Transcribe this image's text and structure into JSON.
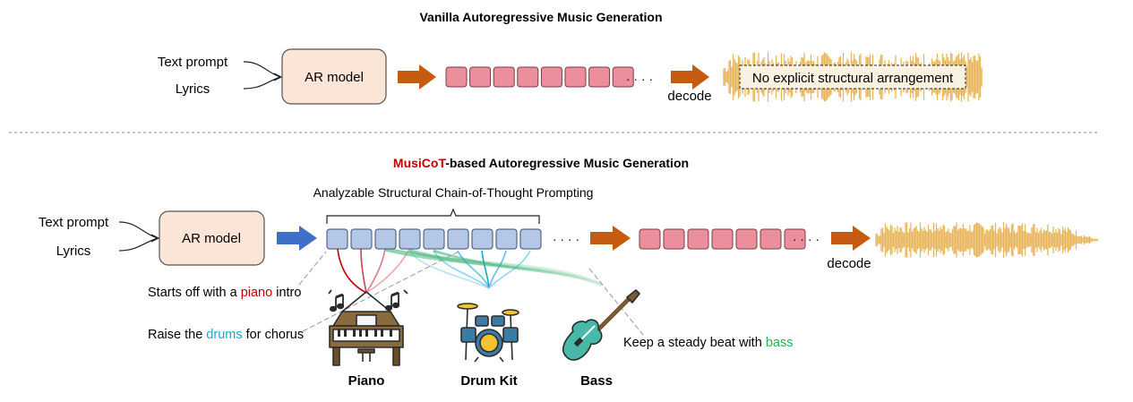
{
  "top": {
    "title": "Vanilla Autoregressive Music Generation",
    "inputs": [
      "Text prompt",
      "Lyrics"
    ],
    "model_label": "AR model",
    "ellipsis": "· · · ·",
    "decode_label": "decode",
    "annotation": "No explicit structural arrangement",
    "token_count": 8
  },
  "bottom": {
    "title_highlight": "MusiCoT",
    "title_rest": "-based Autoregressive Music Generation",
    "cot_label": "Analyzable Structural Chain-of-Thought Prompting",
    "inputs": [
      "Text prompt",
      "Lyrics"
    ],
    "model_label": "AR model",
    "cot_token_count": 9,
    "audio_token_count": 7,
    "ellipsis": "· · · ·",
    "decode_label": "decode",
    "captions": {
      "piano": {
        "pre": "Starts off with a ",
        "word": "piano",
        "post": " intro"
      },
      "drums": {
        "pre": "Raise the ",
        "word": "drums",
        "post": " for chorus"
      },
      "bass": {
        "pre": "Keep a steady beat with ",
        "word": "bass",
        "post": ""
      }
    },
    "instruments": [
      "Piano",
      "Drum Kit",
      "Bass"
    ]
  },
  "colors": {
    "arrow_orange": "#c55a11",
    "arrow_blue": "#3f6fc8",
    "token_pink": "#ec8f9c",
    "token_blue": "#b4c7e7",
    "model_box": "#fbe5d6",
    "waveform": "#e8b55a",
    "accent_red": "#c00000",
    "accent_cyan": "#1aa6d6",
    "accent_green": "#2eab4f"
  }
}
